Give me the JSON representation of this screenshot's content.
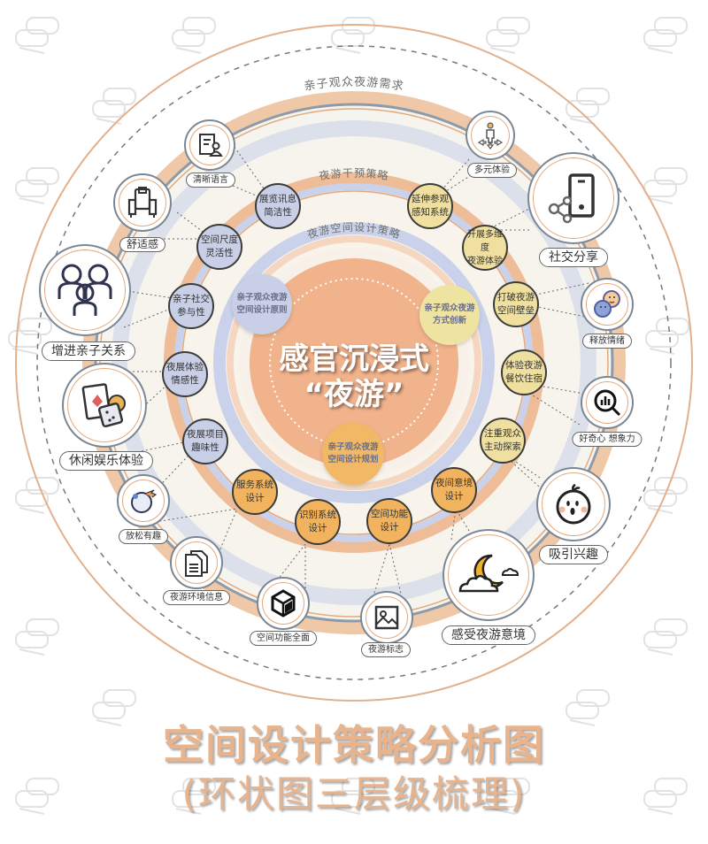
{
  "center": {
    "line1": "感官沉浸式",
    "line2": "“夜游”"
  },
  "rings": {
    "outer_label": "亲子观众夜游需求",
    "middle_label": "夜游干预策略",
    "inner_label": "夜游空间设计策略"
  },
  "inner_nodes": [
    {
      "label1": "亲子观众夜游",
      "label2": "空间设计原则",
      "color": "#c9cfe6"
    },
    {
      "label1": "亲子观众夜游",
      "label2": "方式创新",
      "color": "#efe3a2"
    },
    {
      "label1": "亲子观众夜游",
      "label2": "空间设计规划",
      "color": "#f2b865"
    }
  ],
  "strategy_nodes": {
    "blue": [
      {
        "l1": "展览讯息",
        "l2": "简洁性"
      },
      {
        "l1": "空间尺度",
        "l2": "灵活性"
      },
      {
        "l1": "亲子社交",
        "l2": "参与性"
      },
      {
        "l1": "夜展体验",
        "l2": "情感性"
      },
      {
        "l1": "夜展项目",
        "l2": "趣味性"
      }
    ],
    "yellow": [
      {
        "l1": "延伸参观",
        "l2": "感知系统"
      },
      {
        "l1": "开展多维度",
        "l2": "夜游体验"
      },
      {
        "l1": "打破夜游",
        "l2": "空间壁垒"
      },
      {
        "l1": "体验夜游",
        "l2": "餐饮住宿"
      },
      {
        "l1": "注重观众",
        "l2": "主动探索"
      }
    ],
    "orange": [
      {
        "l1": "服务系统",
        "l2": "设计"
      },
      {
        "l1": "识别系统",
        "l2": "设计"
      },
      {
        "l1": "空间功能",
        "l2": "设计"
      },
      {
        "l1": "夜间意境",
        "l2": "设计"
      }
    ]
  },
  "needs": [
    {
      "label": "清晰语言",
      "icon": "document-person-icon"
    },
    {
      "label": "舒适感",
      "icon": "armchair-icon"
    },
    {
      "label": "增进亲子关系",
      "icon": "family-icon"
    },
    {
      "label": "休闲娱乐体验",
      "icon": "cards-dice-icon"
    },
    {
      "label": "放松有趣",
      "icon": "planet-arrow-icon"
    },
    {
      "label": "夜游环境信息",
      "icon": "files-icon"
    },
    {
      "label": "空间功能全面",
      "icon": "cube-icon"
    },
    {
      "label": "夜游标志",
      "icon": "image-icon"
    },
    {
      "label": "感受夜游意境",
      "icon": "moon-clouds-icon"
    },
    {
      "label": "吸引兴趣",
      "icon": "surprised-face-icon"
    },
    {
      "label": "好奇心 想象力",
      "icon": "search-chart-icon"
    },
    {
      "label": "释放情绪",
      "icon": "emoji-faces-icon"
    },
    {
      "label": "社交分享",
      "icon": "phone-share-icon"
    },
    {
      "label": "多元体验",
      "icon": "person-arrows-icon"
    }
  ],
  "title": {
    "line1": "空间设计策略分析图",
    "line2": "(环状图三层级梳理)"
  },
  "colors": {
    "accent_orange": "#e7a77b",
    "band_blue": "#c9d2ea",
    "node_blue": "#c9cfe6",
    "node_yellow": "#efe0a0",
    "node_orange": "#f2b35e",
    "title_color": "#e7b48e"
  }
}
